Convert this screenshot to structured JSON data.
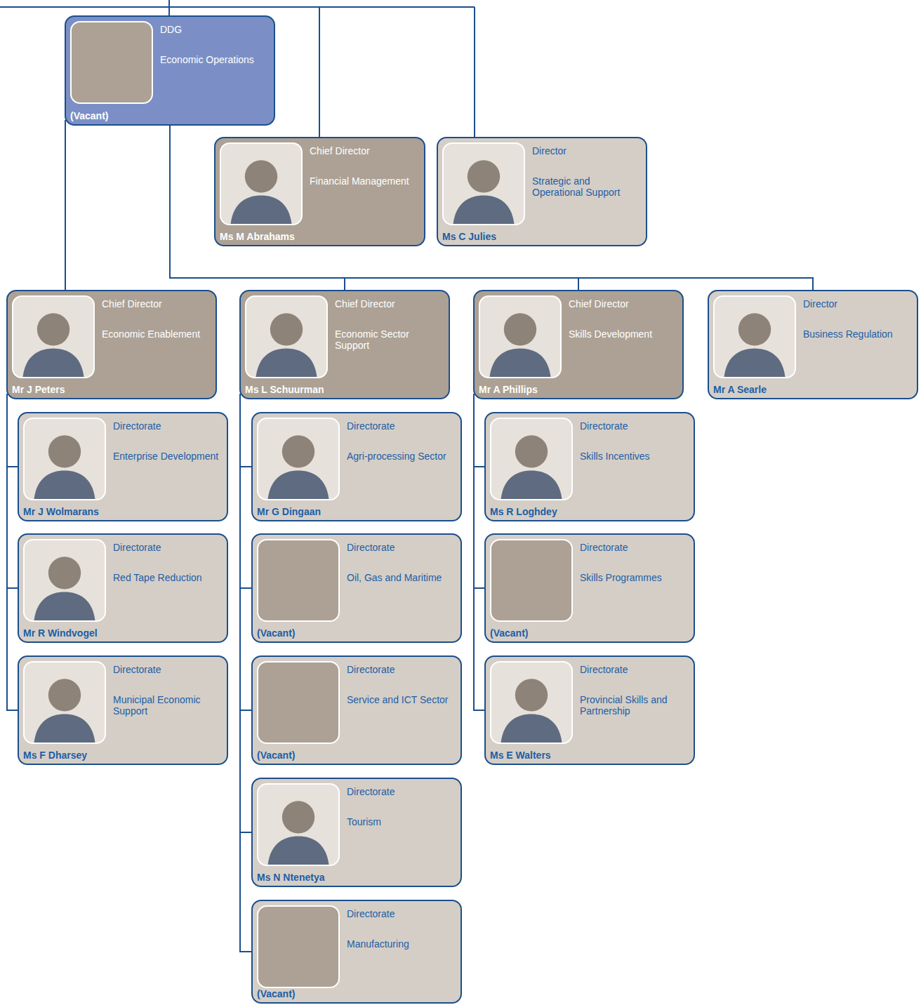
{
  "diagram": {
    "nodes": [
      {
        "text": [
          "DDG",
          "Economic Operations",
          "(Vacant)"
        ]
      },
      {
        "text": [
          "Chief Director",
          "Financial Management",
          "Ms M Abrahams"
        ]
      },
      {
        "text": [
          "Director",
          "Strategic and Operational Support",
          "Ms C Julies"
        ]
      },
      {
        "text": [
          "Chief Director",
          "Economic Enablement",
          "Mr J Peters"
        ]
      },
      {
        "text": [
          "Directorate",
          "Enterprise Development",
          "Mr J Wolmarans"
        ]
      },
      {
        "text": [
          "Directorate",
          "Red Tape Reduction",
          "Mr R Windvogel"
        ]
      },
      {
        "text": [
          "Directorate",
          "Municipal Economic Support",
          "Ms F Dharsey"
        ]
      },
      {
        "text": [
          "Chief Director",
          "Economic Sector Support",
          "Ms L Schuurman"
        ]
      },
      {
        "text": [
          "Directorate",
          "Agri-processing Sector",
          "Mr G Dingaan"
        ]
      },
      {
        "text": [
          "Directorate",
          "Oil, Gas and Maritime",
          "(Vacant)"
        ]
      },
      {
        "text": [
          "Directorate",
          "Service and ICT Sector",
          "(Vacant)"
        ]
      },
      {
        "text": [
          "Directorate",
          "Tourism",
          "Ms N Ntenetya"
        ]
      },
      {
        "text": [
          "Directorate",
          "Manufacturing",
          "(Vacant)"
        ]
      },
      {
        "text": [
          "Chief Director",
          "Skills Development",
          "Mr A Phillips"
        ]
      },
      {
        "text": [
          "Directorate",
          "Skills Incentives",
          "Ms R Loghdey"
        ]
      },
      {
        "text": [
          "Directorate",
          "Skills Programmes",
          "(Vacant)"
        ]
      },
      {
        "text": [
          "Directorate",
          "Provincial Skills and Partnership",
          "Ms E Walters"
        ]
      },
      {
        "text": [
          "Director",
          "Business Regulation",
          "Mr A Searle"
        ]
      }
    ],
    "edges": [
      {
        "from": 0,
        "to": 3,
        "arrow": "none"
      },
      {
        "from": 0,
        "to": 7,
        "arrow": "none"
      },
      {
        "from": 0,
        "to": 13,
        "arrow": "none"
      },
      {
        "from": 0,
        "to": 17,
        "arrow": "none"
      },
      {
        "from": 3,
        "to": 4,
        "arrow": "none"
      },
      {
        "from": 3,
        "to": 5,
        "arrow": "none"
      },
      {
        "from": 3,
        "to": 6,
        "arrow": "none"
      },
      {
        "from": 7,
        "to": 8,
        "arrow": "none"
      },
      {
        "from": 7,
        "to": 9,
        "arrow": "none"
      },
      {
        "from": 7,
        "to": 10,
        "arrow": "none"
      },
      {
        "from": 7,
        "to": 11,
        "arrow": "none"
      },
      {
        "from": 7,
        "to": 12,
        "arrow": "none"
      },
      {
        "from": 13,
        "to": 14,
        "arrow": "none"
      },
      {
        "from": 13,
        "to": 15,
        "arrow": "none"
      },
      {
        "from": 13,
        "to": 16,
        "arrow": "none"
      }
    ]
  }
}
